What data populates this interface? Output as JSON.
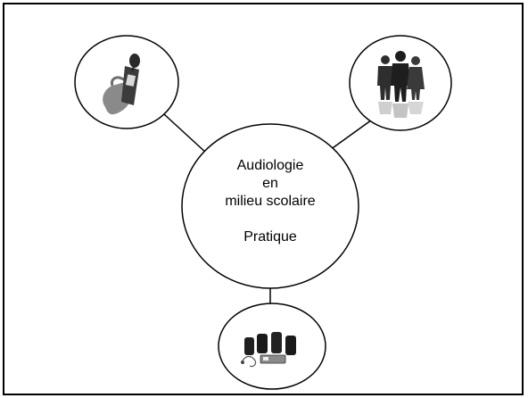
{
  "diagram": {
    "center": {
      "lines": [
        "Audiologie",
        "en",
        "milieu scolaire",
        "",
        "Pratique"
      ]
    },
    "satellites": [
      {
        "icon": "sound-level-meter-icon"
      },
      {
        "icon": "people-silhouettes-icon"
      },
      {
        "icon": "fm-system-equipment-icon"
      }
    ]
  }
}
